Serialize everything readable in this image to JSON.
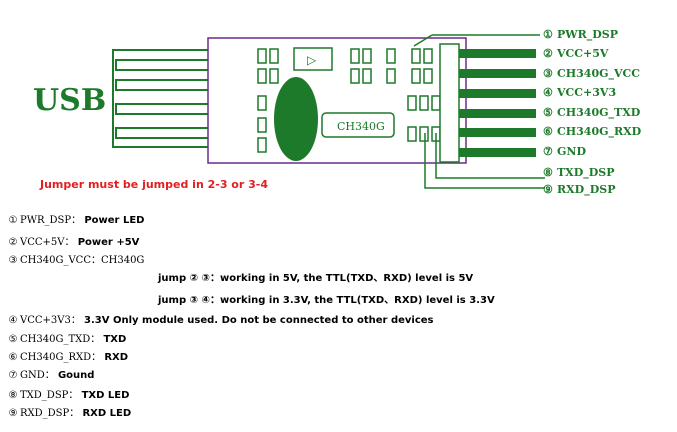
{
  "diagram": {
    "usb_label": "USB",
    "chip_label": "CH340G",
    "play_symbol": "▷",
    "pins": [
      {
        "num": "①",
        "name": "PWR_DSP"
      },
      {
        "num": "②",
        "name": "VCC+5V"
      },
      {
        "num": "③",
        "name": "CH340G_VCC"
      },
      {
        "num": "④",
        "name": "VCC+3V3"
      },
      {
        "num": "⑤",
        "name": "CH340G_TXD"
      },
      {
        "num": "⑥",
        "name": "CH340G_RXD"
      },
      {
        "num": "⑦",
        "name": "GND"
      },
      {
        "num": "⑧",
        "name": "TXD_DSP"
      },
      {
        "num": "⑨",
        "name": "RXD_DSP"
      }
    ],
    "colors": {
      "green": "#1d7a2a",
      "board": "#6b2a8a",
      "note": "#e02020"
    }
  },
  "note": "Jumper must be jumped in 2-3 or 3-4",
  "descriptions": [
    {
      "num": "①",
      "pin": "PWR_DSP：",
      "text": "Power LED"
    },
    {
      "num": "②",
      "pin": "VCC+5V：",
      "text": "Power +5V"
    },
    {
      "num": "③",
      "pin": "CH340G_VCC：CH340G",
      "text": ""
    },
    {
      "num": "④",
      "pin": "VCC+3V3：",
      "text": "3.3V Only module used. Do not be connected to other devices"
    },
    {
      "num": "⑤",
      "pin": "CH340G_TXD：",
      "text": "TXD"
    },
    {
      "num": "⑥",
      "pin": "CH340G_RXD：",
      "text": "RXD"
    },
    {
      "num": "⑦",
      "pin": "GND：",
      "text": "Gound"
    },
    {
      "num": "⑧",
      "pin": "TXD_DSP：",
      "text": "TXD LED"
    },
    {
      "num": "⑨",
      "pin": "RXD_DSP：",
      "text": "RXD LED"
    }
  ],
  "jumps": [
    "jump ② ③：working in 5V, the TTL(TXD、RXD) level is 5V",
    "jump ③ ④：working in 3.3V, the TTL(TXD、RXD) level is 3.3V"
  ]
}
